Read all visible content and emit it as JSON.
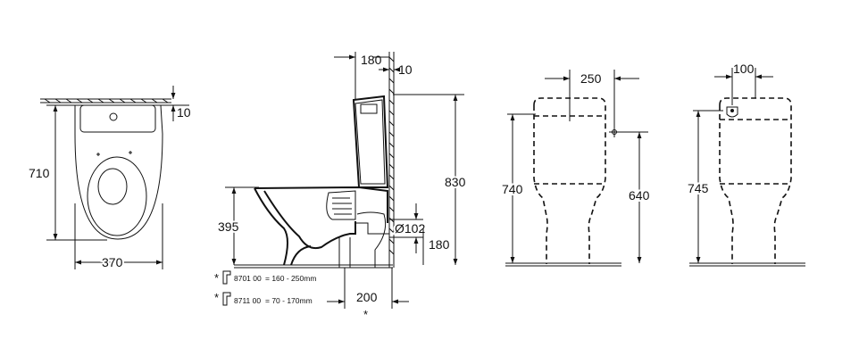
{
  "colors": {
    "line": "#111111",
    "background": "#ffffff"
  },
  "top_view": {
    "width": "370",
    "depth": "710",
    "wall_gap": "10"
  },
  "side_view": {
    "tank_depth": "180",
    "wall_gap": "10",
    "total_height": "830",
    "outlet_height": "395",
    "pipe_diameter": "Ø102",
    "pipe_height": "180",
    "outlet_distance": "200",
    "star": "*",
    "accessories": [
      {
        "star": "*",
        "code": "8701 00",
        "text": "= 160 - 250mm"
      },
      {
        "star": "*",
        "code": "8711 00",
        "text": "=  70 - 170mm"
      }
    ]
  },
  "front_view": {
    "inlet_offset": "250",
    "total_height": "740",
    "inlet_height": "640"
  },
  "rear_view": {
    "offset": "100",
    "total_height": "745"
  }
}
